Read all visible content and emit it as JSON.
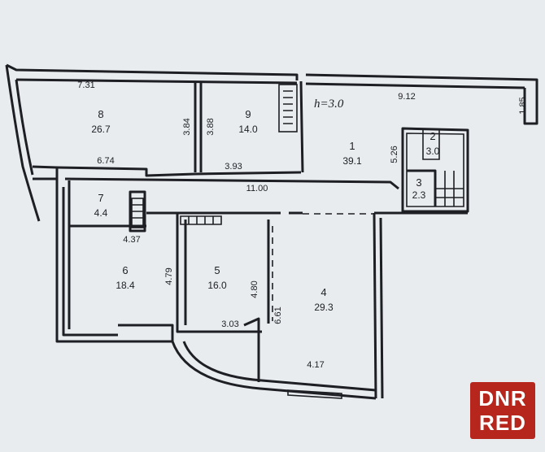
{
  "ceiling_note": "h=3.0",
  "rooms": [
    {
      "id": "1",
      "number": "1",
      "area": "39.1"
    },
    {
      "id": "2",
      "number": "2",
      "area": "3.0"
    },
    {
      "id": "3",
      "number": "3",
      "area": "2.3"
    },
    {
      "id": "4",
      "number": "4",
      "area": "29.3"
    },
    {
      "id": "5",
      "number": "5",
      "area": "16.0"
    },
    {
      "id": "6",
      "number": "6",
      "area": "18.4"
    },
    {
      "id": "7",
      "number": "7",
      "area": "4.4"
    },
    {
      "id": "8",
      "number": "8",
      "area": "26.7"
    },
    {
      "id": "9",
      "number": "9",
      "area": "14.0"
    }
  ],
  "dimensions": {
    "d731": "7.31",
    "d912": "9.12",
    "d185": "1.85",
    "d384": "3.84",
    "d388": "3.88",
    "d674": "6.74",
    "d393": "3.93",
    "d1100": "11.00",
    "d526": "5.26",
    "d437": "4.37",
    "d479": "4.79",
    "d480": "4.80",
    "d661": "6.61",
    "d303": "3.03",
    "d417": "4.17"
  },
  "logo": {
    "line1": "DNR",
    "line2": "RED",
    "bg": "#b6261d"
  }
}
